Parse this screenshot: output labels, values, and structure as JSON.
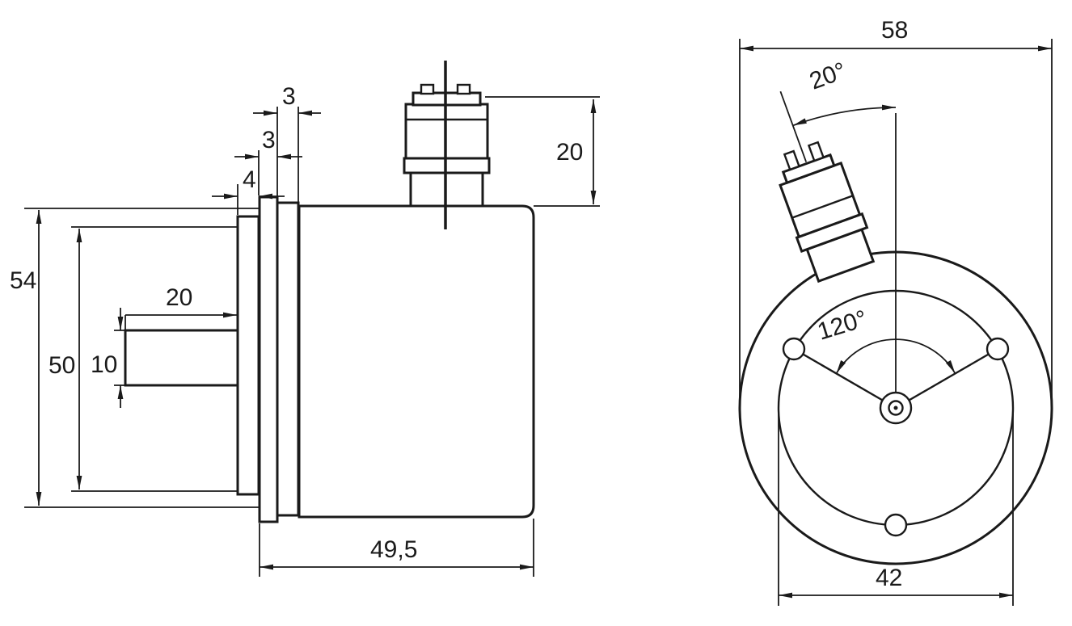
{
  "colors": {
    "background": "#ffffff",
    "line": "#1a1a1a"
  },
  "side_view": {
    "dims": {
      "overall_height": "54",
      "body_height": "50",
      "shaft_diameter": "10",
      "shaft_length": "20",
      "flange_hub_width": "4",
      "flange_plate_width": "3",
      "spacer_width": "3",
      "connector_height": "20",
      "body_length": "49,5"
    }
  },
  "front_view": {
    "dims": {
      "outer_diameter": "58",
      "connector_angle": "20°",
      "mounting_hole_angle": "120°",
      "bolt_circle_diameter": "42"
    }
  }
}
